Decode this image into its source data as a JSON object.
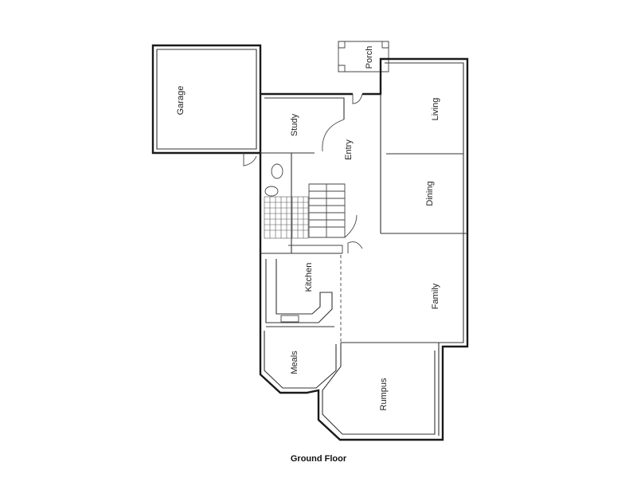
{
  "caption": "Ground Floor",
  "rooms": {
    "garage": "Garage",
    "porch": "Porch",
    "study": "Study",
    "entry": "Entry",
    "living": "Living",
    "dining": "Dining",
    "kitchen": "Kitchen",
    "family": "Family",
    "meals": "Meals",
    "rumpus": "Rumpus"
  }
}
